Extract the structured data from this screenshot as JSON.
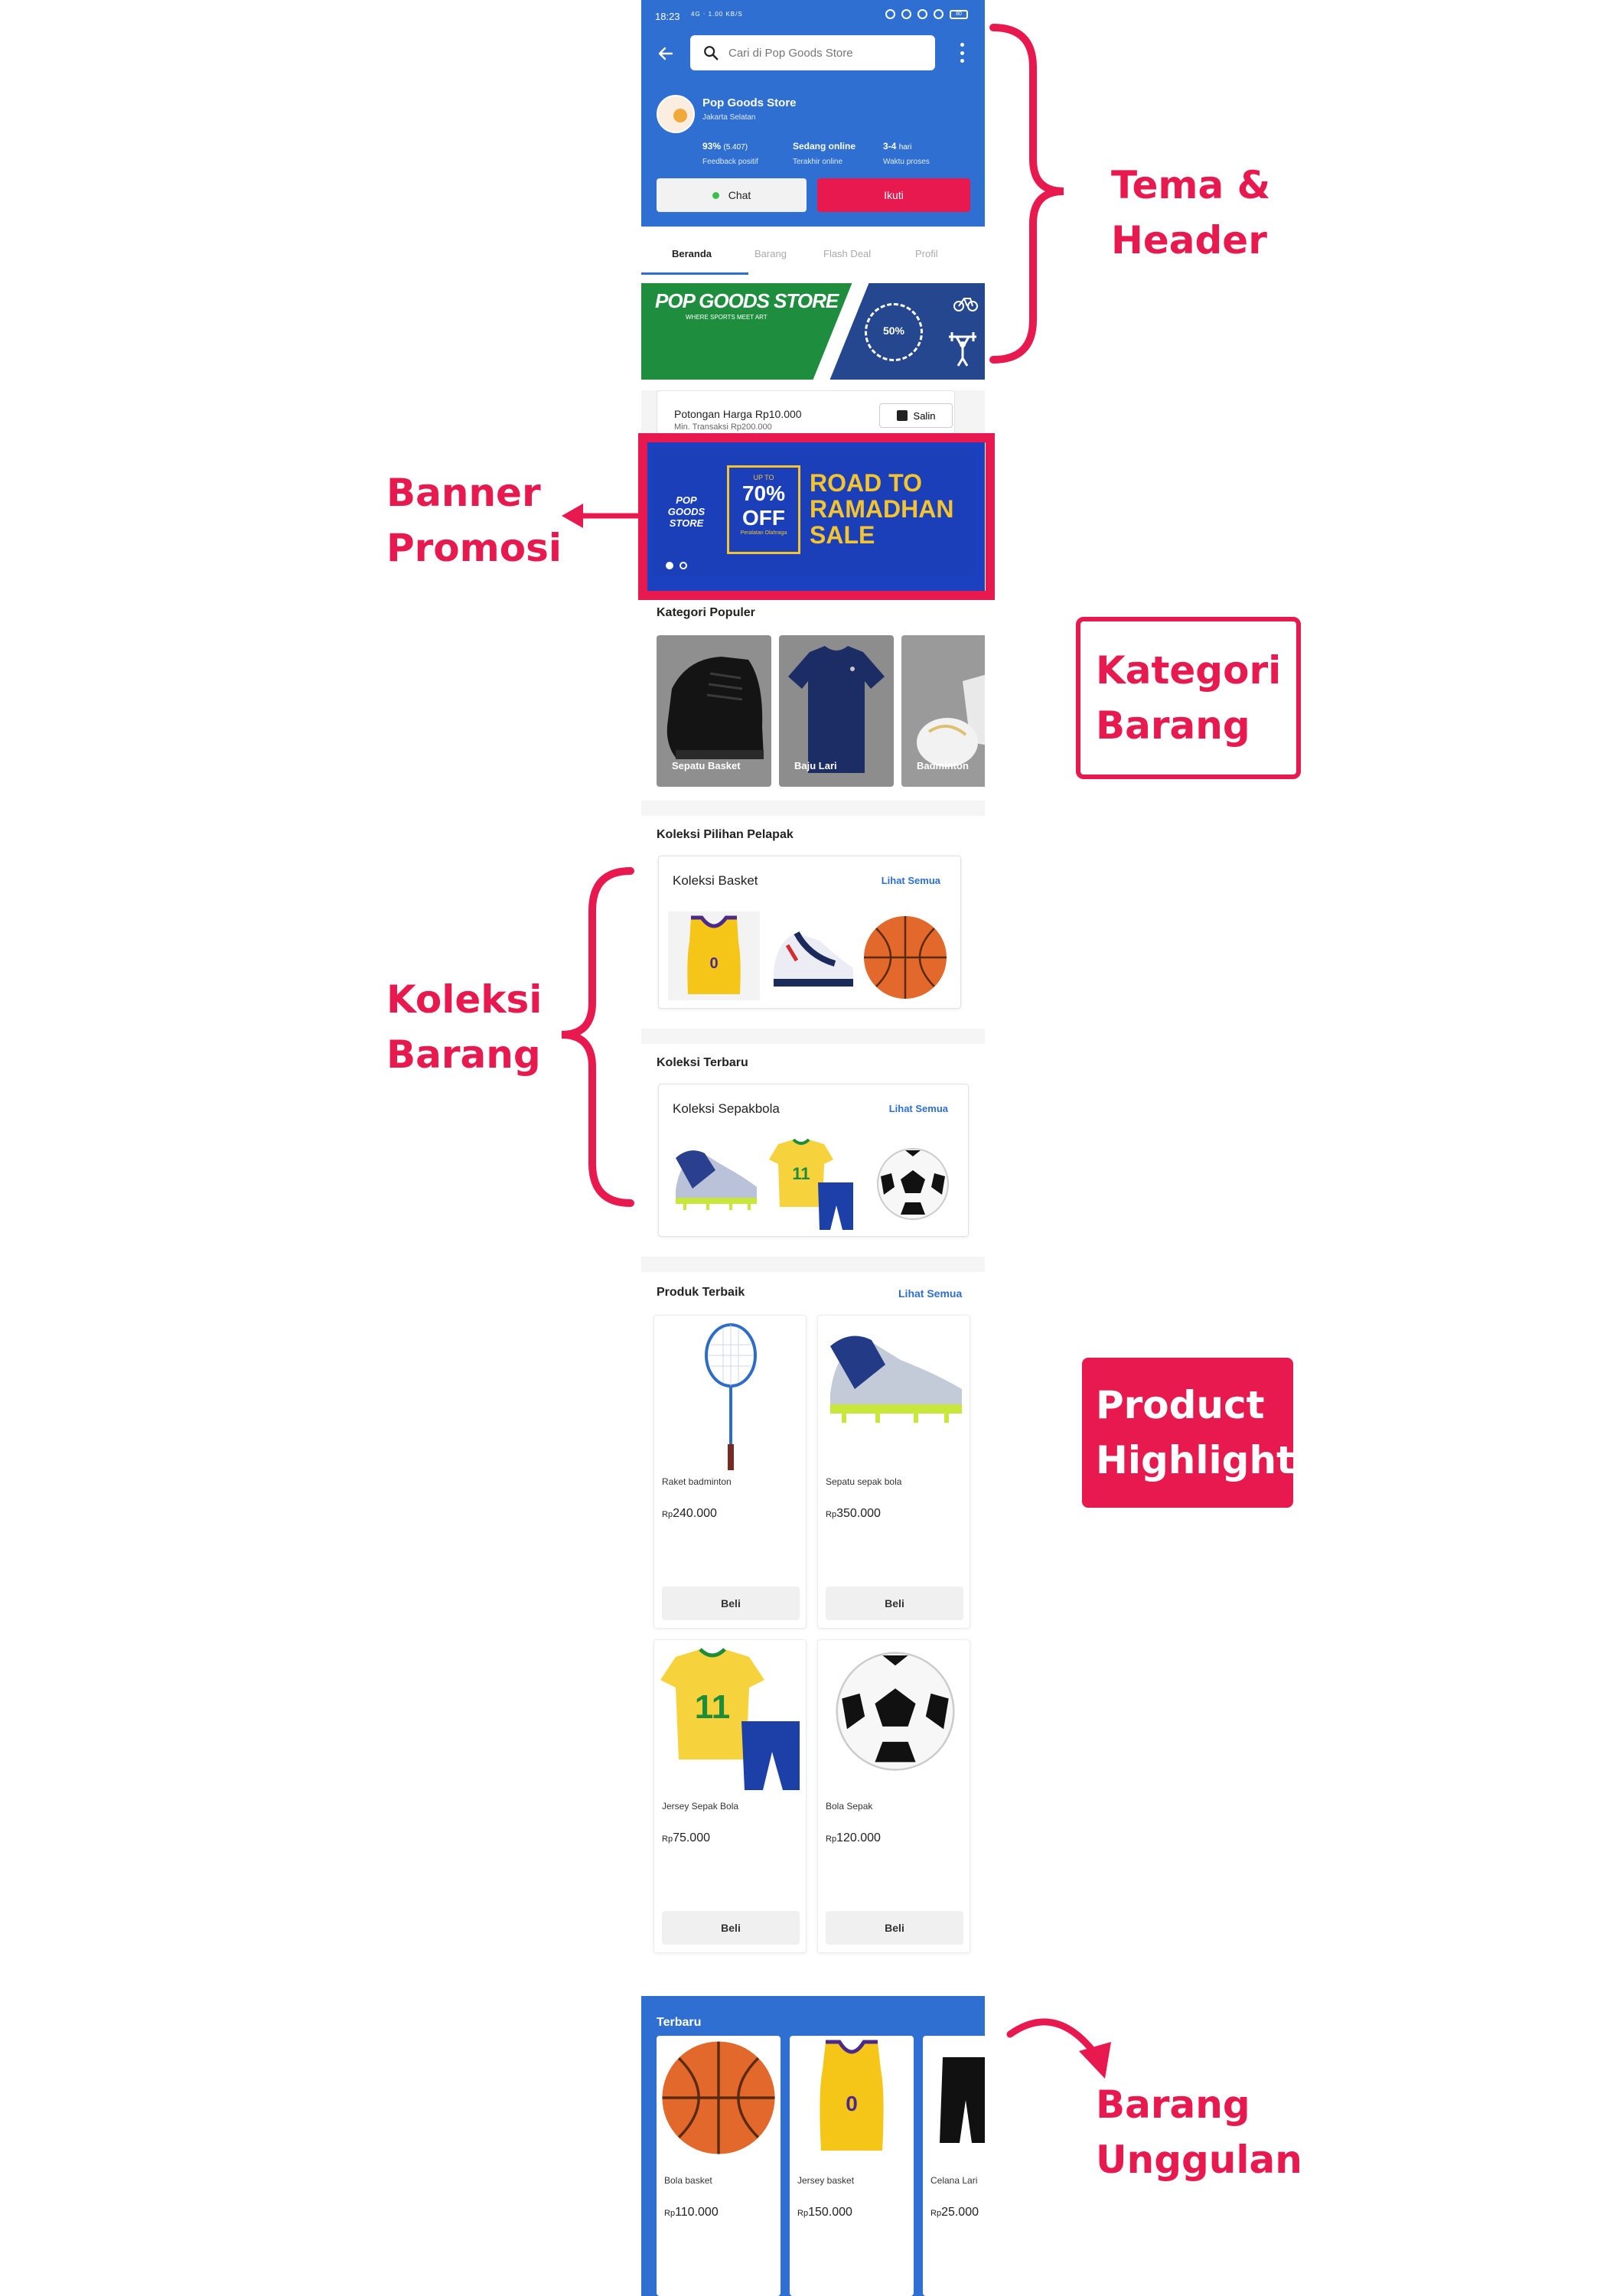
{
  "status_bar": {
    "time": "18:23",
    "signal": "4G ‧ 1.00 KB/S",
    "battery": "80"
  },
  "search": {
    "placeholder": "Cari di Pop Goods Store"
  },
  "store": {
    "name": "Pop Goods Store",
    "location": "Jakarta Selatan",
    "stats": [
      {
        "value": "93%",
        "sub": "(5.407)",
        "label": "Feedback positif"
      },
      {
        "value": "Sedang online",
        "sub": "",
        "label": "Terakhir online"
      },
      {
        "value": "3-4",
        "sub": "hari",
        "label": "Waktu proses"
      }
    ],
    "chat_label": "Chat",
    "follow_label": "Ikuti"
  },
  "tabs": [
    "Beranda",
    "Barang",
    "Flash Deal",
    "Profil"
  ],
  "store_banner": {
    "title": "POP GOODS STORE",
    "tagline": "WHERE SPORTS MEET ART",
    "sale_text": "50%"
  },
  "voucher": {
    "title": "Potongan Harga Rp10.000",
    "subtitle": "Min. Transaksi Rp200.000",
    "copy_label": "Salin"
  },
  "promo_banner": {
    "logo": "POP GOODS STORE",
    "up_to": "UP TO",
    "percent": "70%",
    "off": "OFF",
    "desc": "Peralatan Olahraga",
    "headline": [
      "ROAD TO",
      "RAMADHAN",
      "SALE"
    ]
  },
  "categories": {
    "title": "Kategori Populer",
    "items": [
      {
        "label": "Sepatu Basket"
      },
      {
        "label": "Baju Lari"
      },
      {
        "label": "Badminton"
      }
    ]
  },
  "collection_seller": {
    "title": "Koleksi Pilihan Pelapak",
    "card_name": "Koleksi Basket",
    "see_all": "Lihat Semua"
  },
  "collection_new": {
    "title": "Koleksi Terbaru",
    "card_name": "Koleksi Sepakbola",
    "see_all": "Lihat Semua"
  },
  "best_products": {
    "title": "Produk Terbaik",
    "see_all": "Lihat Semua",
    "buy_label": "Beli",
    "items": [
      {
        "name": "Raket badminton",
        "currency": "Rp",
        "price": "240.000",
        "icon": "badminton-racket"
      },
      {
        "name": "Sepatu sepak bola",
        "currency": "Rp",
        "price": "350.000",
        "icon": "football-boot"
      },
      {
        "name": "Jersey Sepak Bola",
        "currency": "Rp",
        "price": "75.000",
        "icon": "football-jersey"
      },
      {
        "name": "Bola Sepak",
        "currency": "Rp",
        "price": "120.000",
        "icon": "soccer-ball"
      }
    ]
  },
  "newest": {
    "title": "Terbaru",
    "items": [
      {
        "name": "Bola basket",
        "currency": "Rp",
        "price": "110.000",
        "icon": "basketball"
      },
      {
        "name": "Jersey basket",
        "currency": "Rp",
        "price": "150.000",
        "icon": "basketball-jersey"
      },
      {
        "name": "Celana Lari",
        "currency": "Rp",
        "price": "25.000",
        "icon": "running-shorts"
      }
    ]
  },
  "annotations": {
    "theme_header": [
      "Tema &",
      "Header"
    ],
    "banner": [
      "Banner",
      "Promosi"
    ],
    "category": [
      "Kategori",
      "Barang"
    ],
    "collection": [
      "Koleksi",
      "Barang"
    ],
    "product": [
      "Product",
      "Highlight"
    ],
    "featured": [
      "Barang",
      "Unggulan"
    ]
  },
  "colors": {
    "primary_blue": "#2e6fd1",
    "accent_pink": "#e8194f",
    "promo_yellow": "#f4c430"
  }
}
